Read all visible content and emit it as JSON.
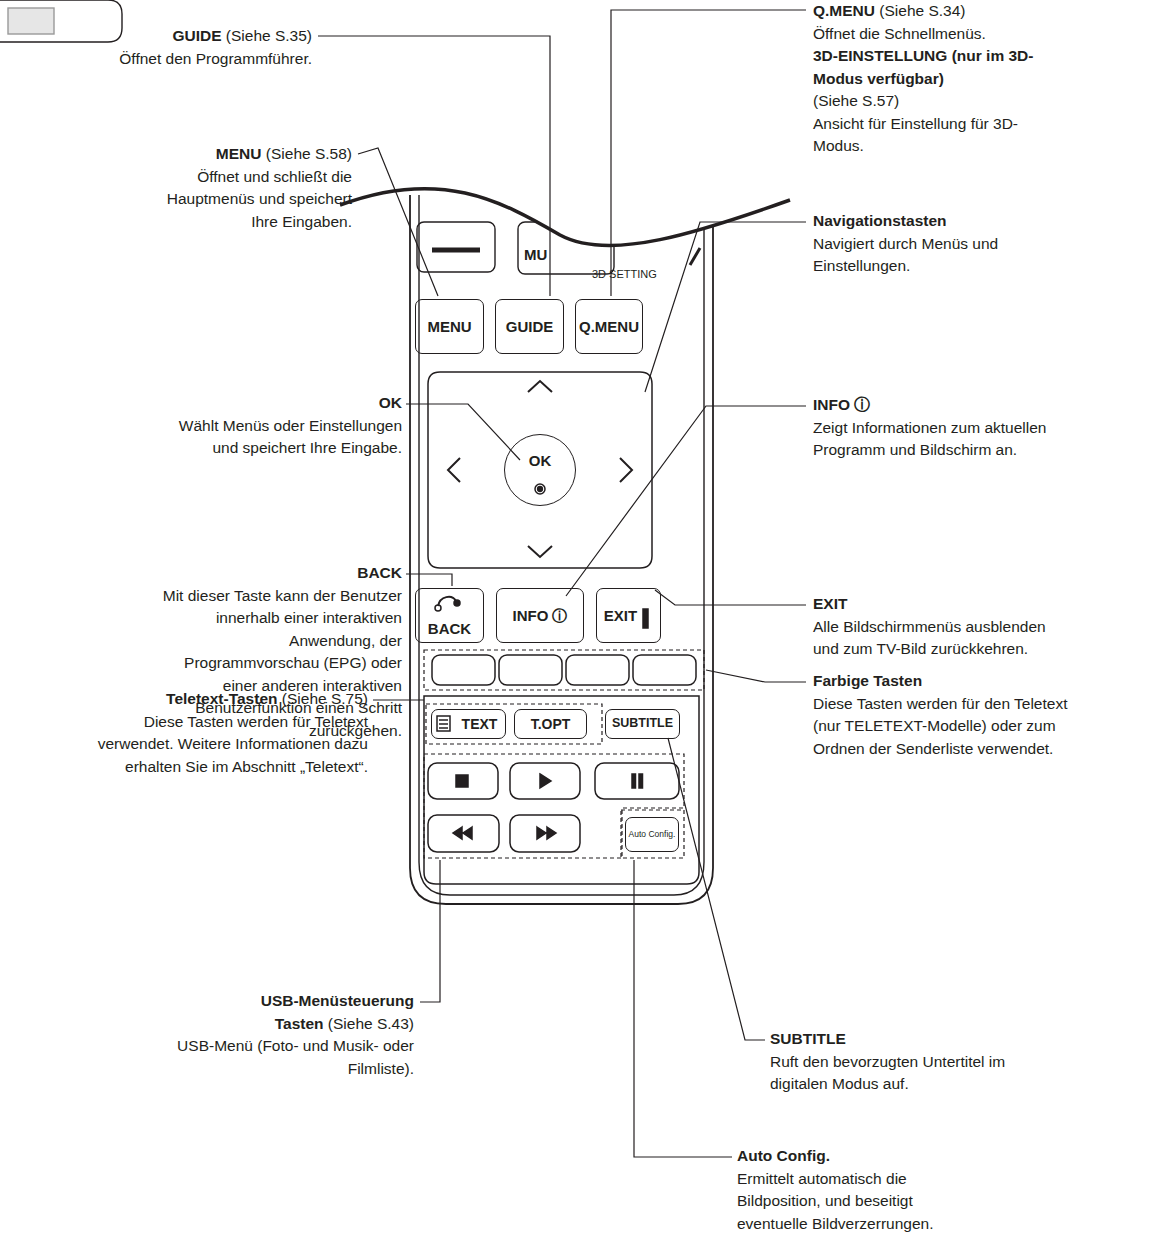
{
  "diagram": {
    "nodes": [
      {
        "text": [
          "MENU"
        ]
      },
      {
        "text": [
          "GUIDE"
        ]
      },
      {
        "text": [
          "Q.MENU"
        ]
      },
      {
        "text": [
          "OK"
        ]
      },
      {
        "text": [
          "BACK"
        ]
      },
      {
        "text": [
          "INFO ⓘ"
        ]
      },
      {
        "text": [
          "EXIT"
        ]
      },
      {
        "text": [
          "TEXT"
        ]
      },
      {
        "text": [
          "T.OPT"
        ]
      },
      {
        "text": [
          "SUBTITLE"
        ]
      },
      {
        "text": [
          "Auto Config."
        ]
      }
    ],
    "labels": [
      "Q.MENU",
      "(Siehe S.34)",
      "Öffnet die Schnellmenüs.",
      "3D-EINSTELLUNG (nur im 3D-Modus verfügbar)",
      "(Siehe S.57)",
      "Ansicht für Einstellung für 3D-Modus.",
      "GUIDE",
      "(Siehe S.35)",
      "Öffnet den Programmführer.",
      "MENU",
      "(Siehe S.58)",
      "Öffnet und schließt die Hauptmenüs und speichert Ihre Eingaben.",
      "Navigationstasten",
      "Navigiert durch Menüs und Einstellungen.",
      "OK",
      "Wählt Menüs oder Einstellungen und speichert Ihre Eingabe.",
      "INFO ⓘ",
      "Zeigt Informationen zum aktuellen Programm und Bildschirm an.",
      "BACK",
      "Mit dieser Taste kann der Benutzer innerhalb einer interaktiven Anwendung, der Programmvorschau (EPG) oder einer anderen interaktiven Benutzerfunktion einen Schritt zurückgehen.",
      "EXIT",
      "Alle Bildschirmmenüs ausblenden und zum TV-Bild zurückkehren.",
      "Farbige Tasten",
      "Diese Tasten werden für den Teletext (nur TELETEXT-Modelle) oder zum Ordnen der Senderliste verwendet.",
      "Teletext-Tasten",
      "(Siehe S.75)",
      "Diese Tasten werden für Teletext verwendet. Weitere Informationen dazu erhalten Sie im Abschnitt „Teletext“.",
      "SUBTITLE",
      "Ruft den bevorzugten Untertitel im digitalen Modus auf.",
      "USB-Menüsteuerung Tasten",
      "(Siehe S.43)",
      "USB-Menü (Foto- und Musik- oder Filmliste).",
      "Auto Config.",
      "Ermittelt automatisch die Bildposition, und beseitigt eventuelle Bildverzerrungen.",
      "3D SETTING",
      "MU"
    ]
  }
}
